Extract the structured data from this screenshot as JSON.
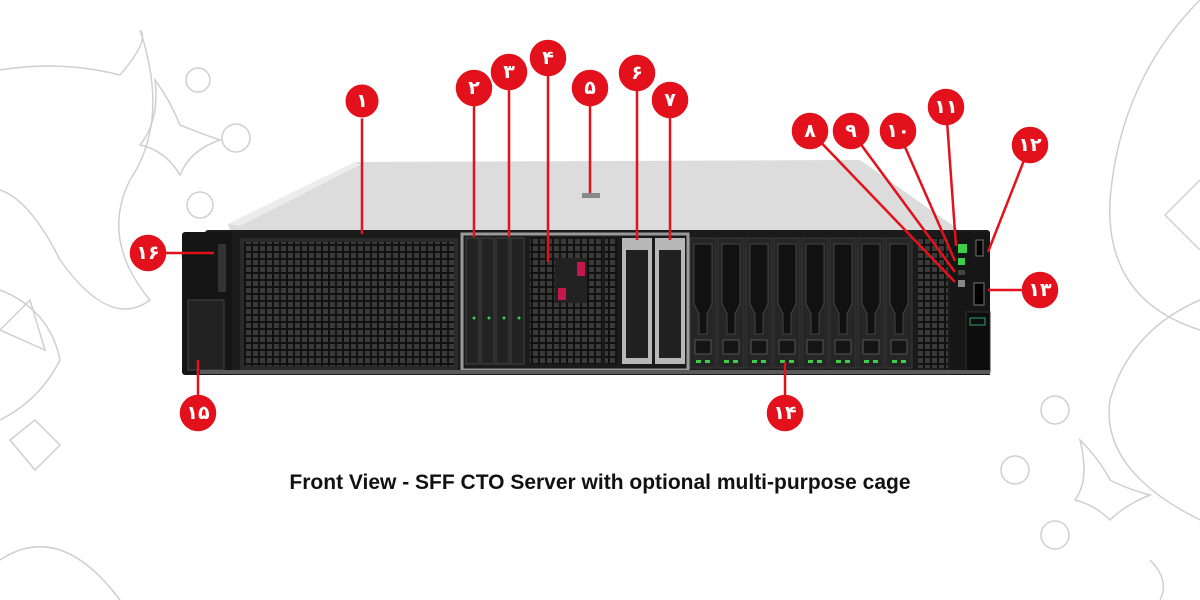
{
  "caption": "Front View - SFF CTO Server with optional multi-purpose cage",
  "colors": {
    "callout": "#e3111b",
    "chassis": "#1b1b1b",
    "lid": "#d9d9d9",
    "led_green": "#3ecf4a"
  },
  "callouts": [
    {
      "number": "۱"
    },
    {
      "number": "۲"
    },
    {
      "number": "۳"
    },
    {
      "number": "۴"
    },
    {
      "number": "۵"
    },
    {
      "number": "۶"
    },
    {
      "number": "۷"
    },
    {
      "number": "۸"
    },
    {
      "number": "۹"
    },
    {
      "number": "۱۰"
    },
    {
      "number": "۱۱"
    },
    {
      "number": "۱۲"
    },
    {
      "number": "۱۳"
    },
    {
      "number": "۱۴"
    },
    {
      "number": "۱۵"
    },
    {
      "number": "۱۶"
    }
  ]
}
